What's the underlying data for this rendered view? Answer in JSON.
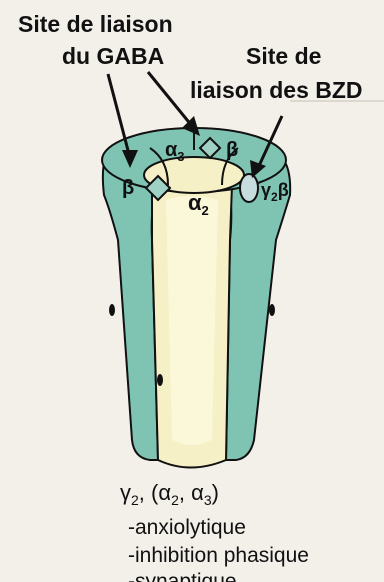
{
  "labels": {
    "gaba_site_line1": "Site de liaison",
    "gaba_site_line2": "du GABA",
    "bzd_site_line1": "Site de",
    "bzd_site_line2": "liaison des BZD"
  },
  "subunits": {
    "alpha3": "α",
    "alpha3_sub": "3",
    "beta_top": "β",
    "beta_left": "β",
    "alpha2": "α",
    "alpha2_sub": "2",
    "gamma2": "γ",
    "gamma2_sub": "2",
    "gamma2_beta": "β"
  },
  "composition": {
    "gamma": "γ",
    "gamma_sub": "2",
    "sep1": ", (α",
    "a2_sub": "2",
    "sep2": ", α",
    "a3_sub": "3",
    "close": ")"
  },
  "effects": [
    "-anxiolytique",
    "-inhibition phasique",
    "-synaptique"
  ],
  "colors": {
    "receptor_teal": "#7fc4b3",
    "receptor_inner": "#f6f0c6",
    "outline": "#111111",
    "background": "#f3f0ea"
  }
}
